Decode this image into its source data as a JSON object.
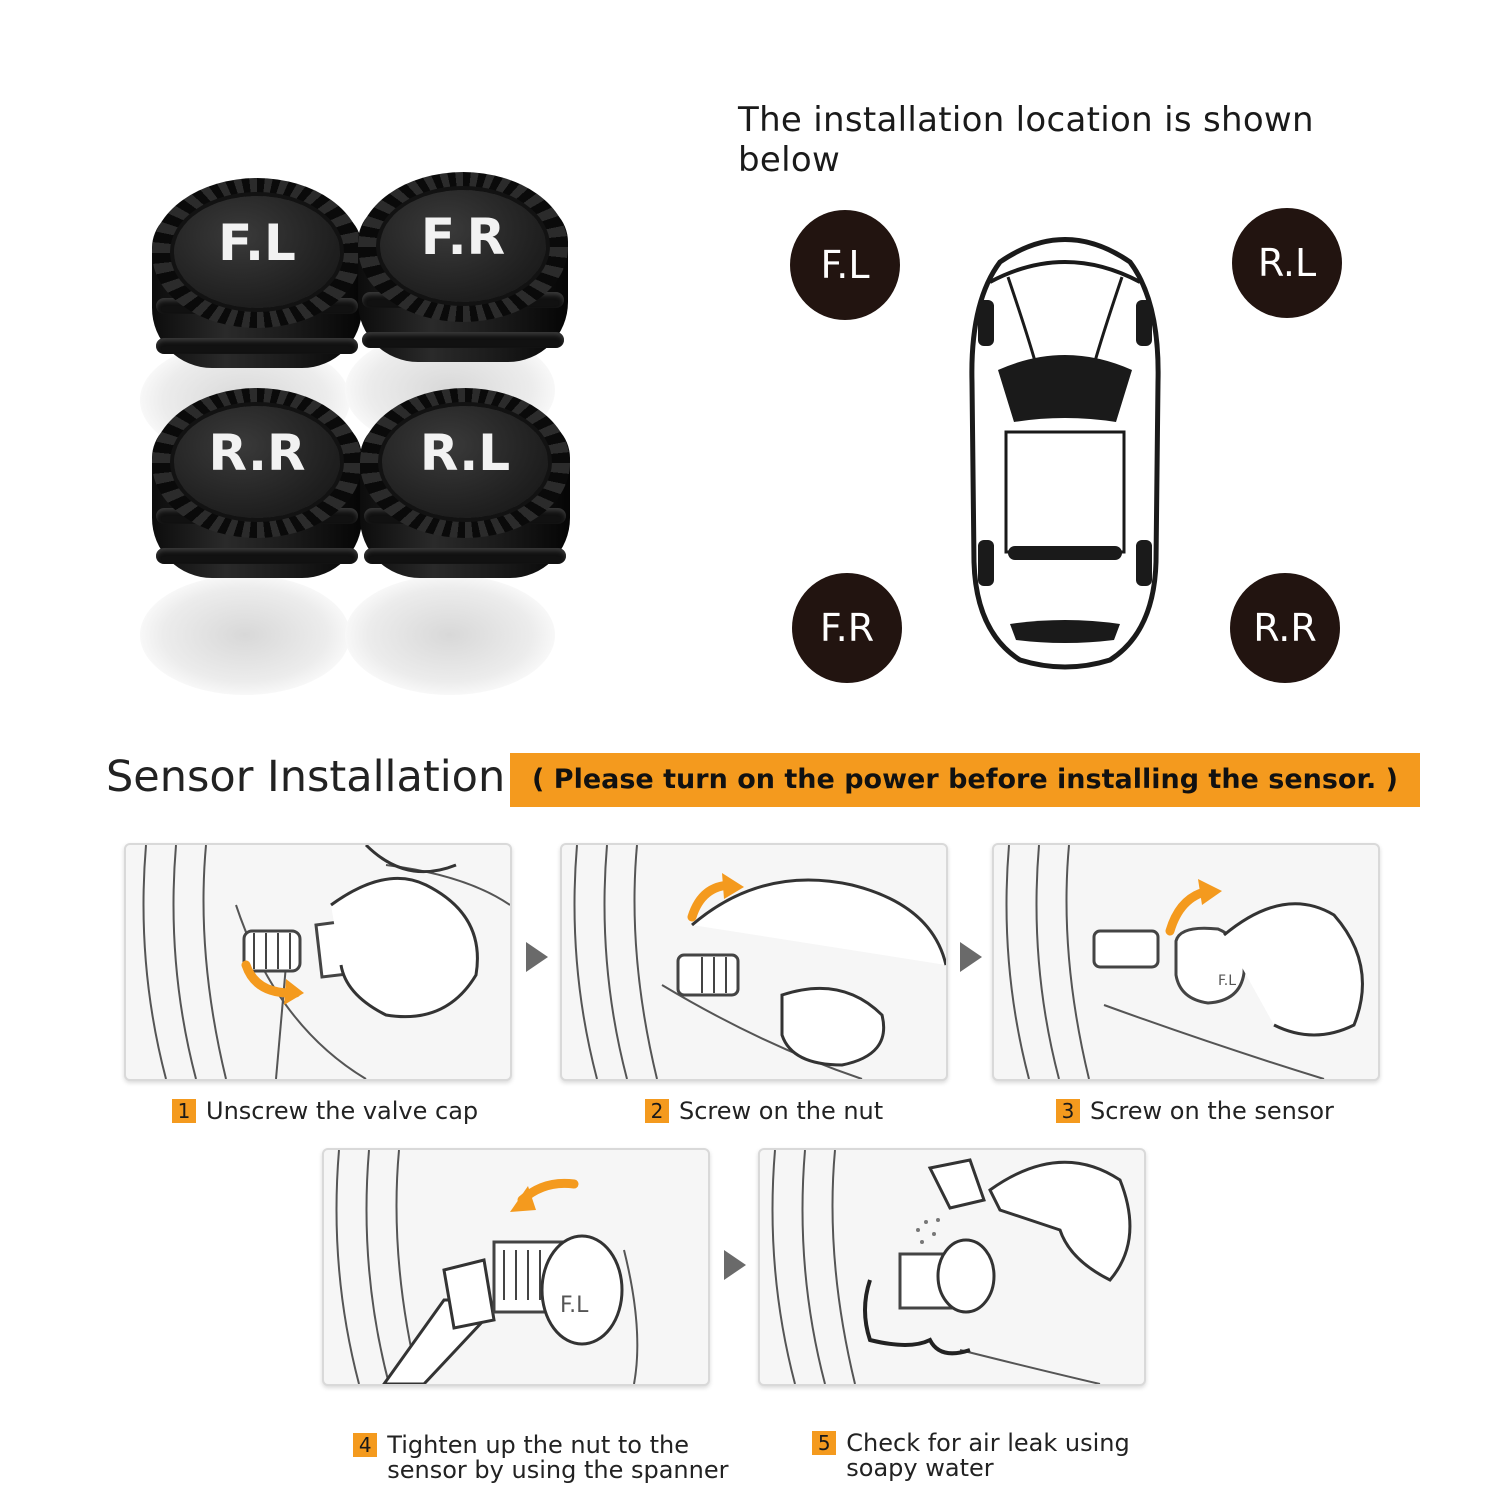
{
  "sensors": {
    "caps": [
      {
        "label": "F.L"
      },
      {
        "label": "F.R"
      },
      {
        "label": "R.R"
      },
      {
        "label": "R.L"
      }
    ]
  },
  "location": {
    "title": "The installation location is shown below",
    "wheels": {
      "front_left": "F.L",
      "rear_left": "R.L",
      "front_right": "F.R",
      "rear_right": "R.R"
    }
  },
  "installation": {
    "title": "Sensor Installation",
    "note": "( Please turn on the power before installing the sensor. )",
    "steps": [
      {
        "num": "1",
        "text": "Unscrew the valve cap"
      },
      {
        "num": "2",
        "text": "Screw on the nut"
      },
      {
        "num": "3",
        "text": "Screw on the sensor"
      },
      {
        "num": "4",
        "text": "Tighten up the nut to the\nsensor by using the spanner"
      },
      {
        "num": "5",
        "text": "Check for air leak using\nsoapy water"
      }
    ]
  },
  "colors": {
    "accent": "#f49a1e",
    "badge": "#221410",
    "cap": "#1b1b1b"
  }
}
